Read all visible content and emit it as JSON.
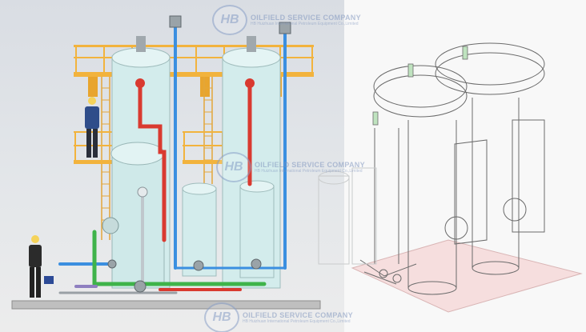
{
  "watermark": {
    "logo": "HB",
    "company": "OILFIELD SERVICE COMPANY",
    "subtitle": "HB Huizhuan International Petroleum Equipment Co.,Limited"
  },
  "colors": {
    "vessel": "#d3ecec",
    "platform": "#f2b33d",
    "pipe_red": "#d93a30",
    "pipe_blue": "#3b8fe0",
    "pipe_green": "#3fb34a",
    "skid": "#f6dede",
    "wire": "#6b6b6b"
  },
  "icons": [
    "hb-logo-icon",
    "worker-figure-icon"
  ]
}
